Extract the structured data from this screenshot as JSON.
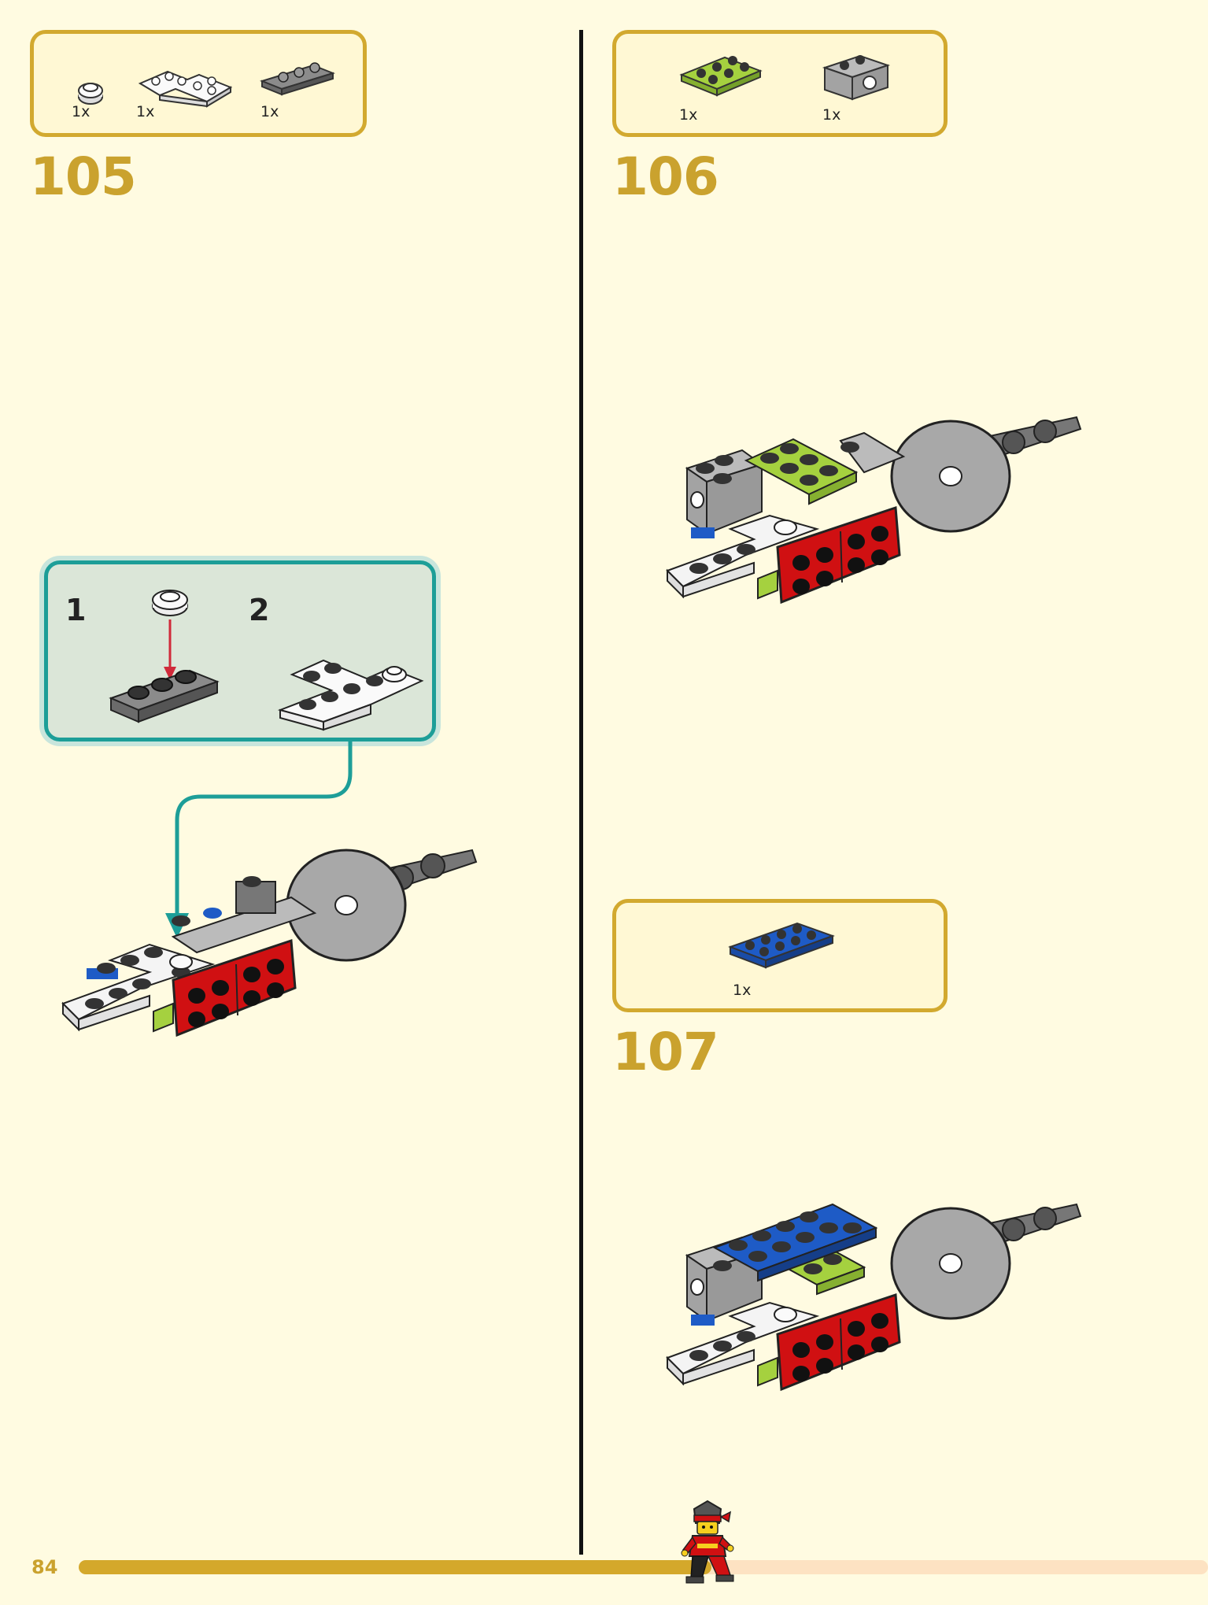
{
  "page": {
    "number": "84",
    "progress": 0.56
  },
  "steps": [
    {
      "number": "105",
      "parts": [
        {
          "qty": "1x",
          "part": "round-plate-white"
        },
        {
          "qty": "1x",
          "part": "corner-plate-white"
        },
        {
          "qty": "1x",
          "part": "plate-1x3-dark-gray"
        }
      ]
    },
    {
      "number": "106",
      "parts": [
        {
          "qty": "1x",
          "part": "plate-2x3-lime"
        },
        {
          "qty": "1x",
          "part": "brick-with-hole-gray"
        }
      ]
    },
    {
      "number": "107",
      "parts": [
        {
          "qty": "1x",
          "part": "plate-2x4-blue"
        }
      ]
    }
  ],
  "substeps": [
    {
      "number": "1"
    },
    {
      "number": "2"
    }
  ],
  "colors": {
    "accent_gold": "#caa22e",
    "page_bg": "#fffbe1",
    "callout_teal": "#1d9e98",
    "brick_red": "#d01012",
    "brick_lime": "#a5d13f",
    "brick_blue": "#1e5bc6",
    "brick_white": "#f4f4f4",
    "brick_gray": "#a3a3a3",
    "brick_dark_gray": "#6b6b6b"
  }
}
